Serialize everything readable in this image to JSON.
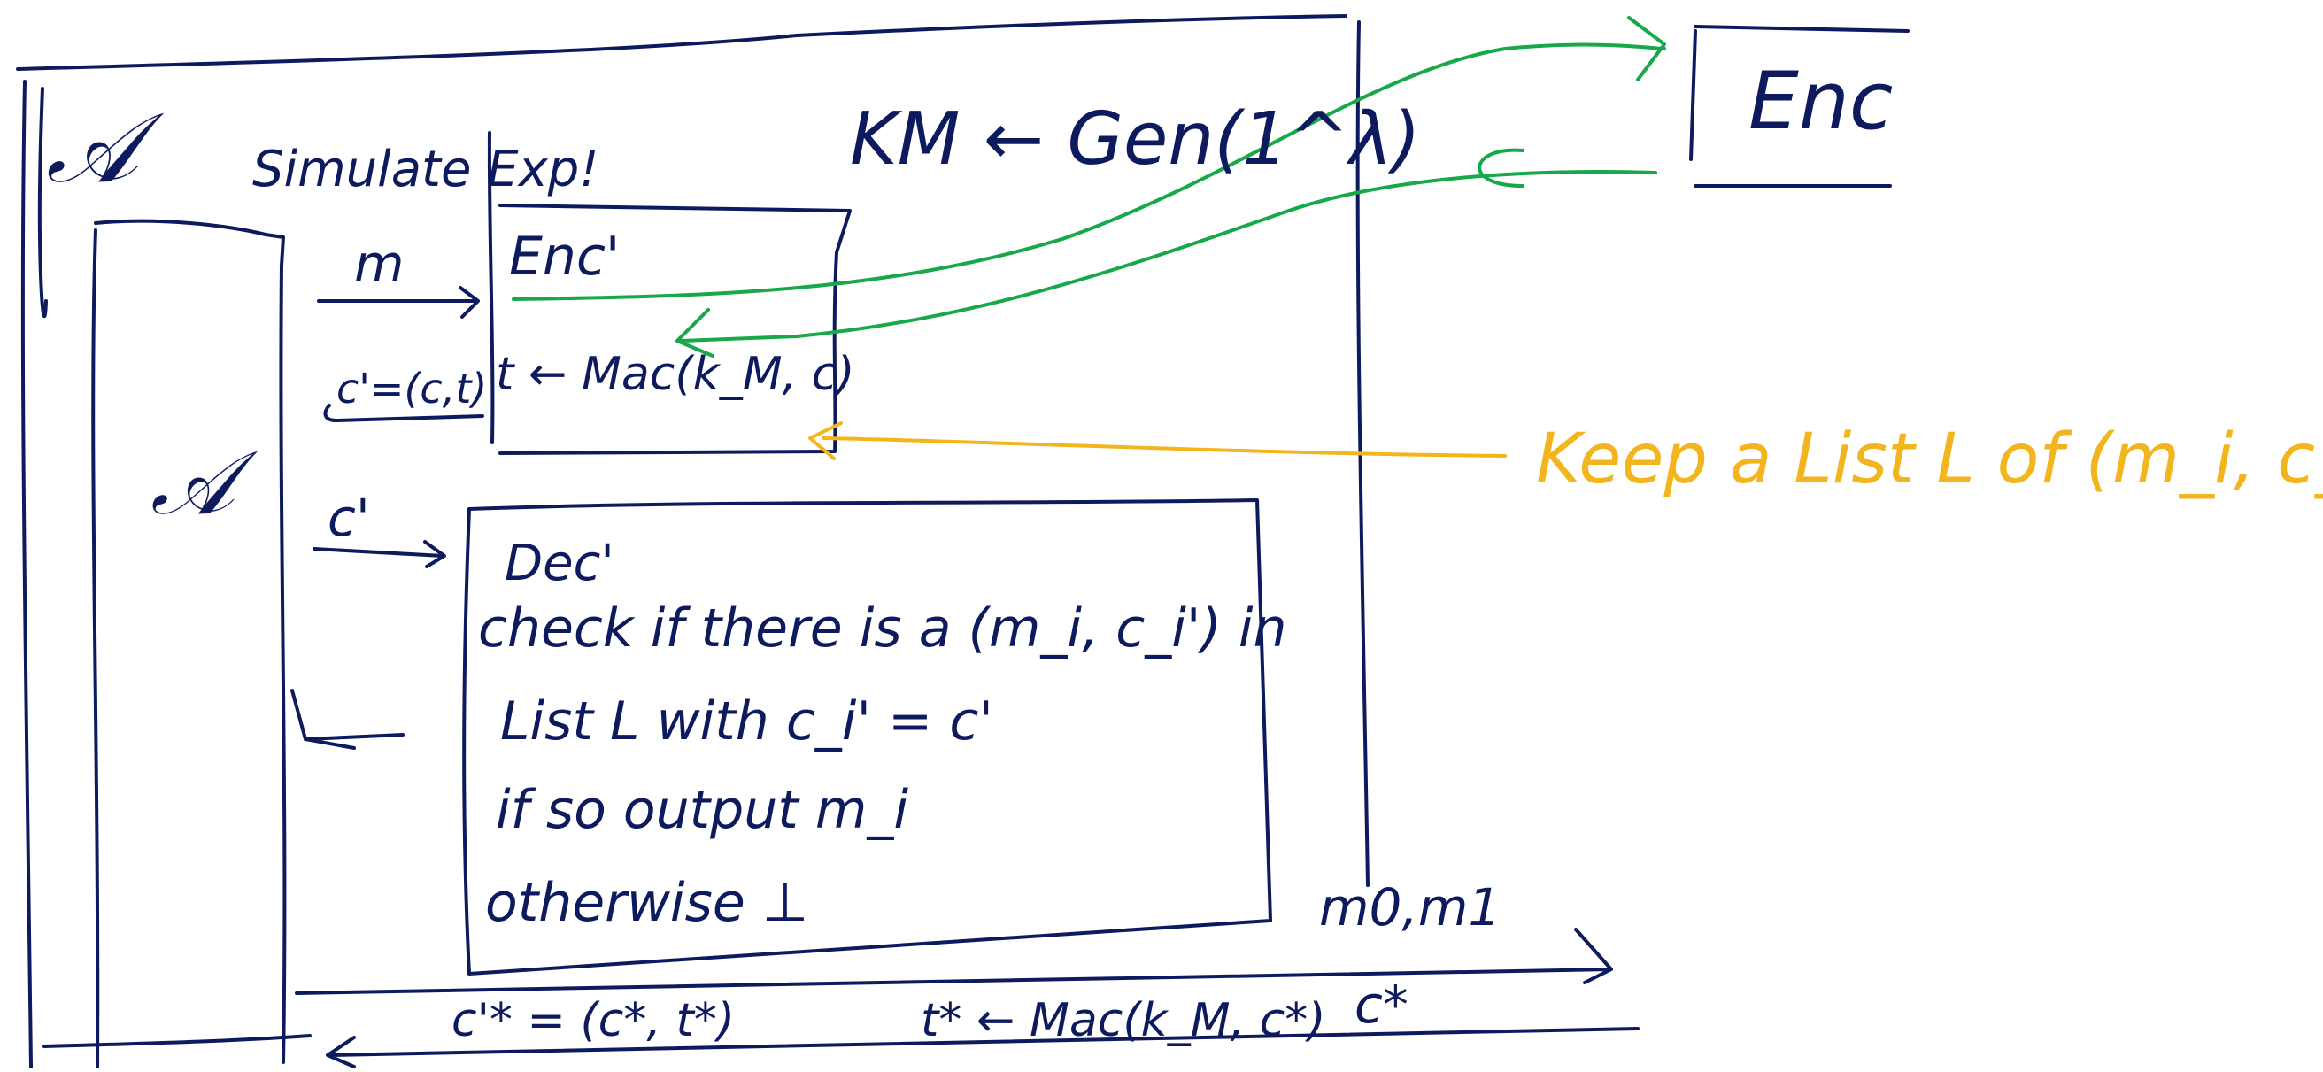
{
  "labels": {
    "adversary_outer": "𝒜",
    "adversary_inner": "𝒜",
    "simulate": "Simulate Exp!",
    "key_gen": "KM ← Gen(1^λ)",
    "enc_oracle": "Enc",
    "enc_inner": "Enc'",
    "m_arrow": "m",
    "ct_return": "c'=(c,t)",
    "mac_line": "t ← Mac(k_M, c)",
    "c_prime_arrow": "c'",
    "dec_title": "Dec'",
    "dec_line1": "check if there is a (m_i, c_i') in",
    "dec_line2": "List L  with c_i' = c'",
    "dec_line3": "if so  output m_i",
    "dec_line4": "otherwise  ⊥",
    "m0m1": "m0,m1",
    "c_star": "c*",
    "c_prime_star": "c'* = (c*, t*)",
    "t_star": "t* ← Mac(k_M, c*)",
    "keep_list": "Keep a List L of (m_i, c_i')"
  },
  "colors": {
    "ink": "#0d1b5e",
    "green": "#17a84a",
    "yellow": "#f3b51d"
  }
}
